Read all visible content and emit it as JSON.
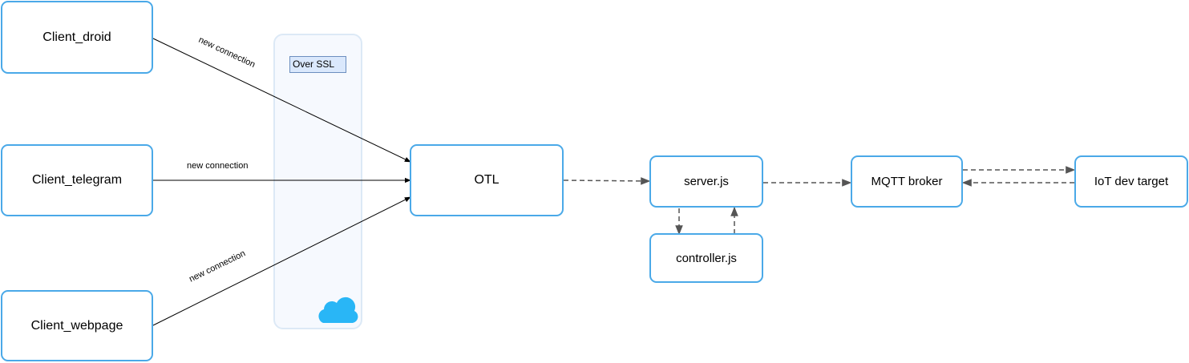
{
  "nodes": {
    "client_droid": "Client_droid",
    "client_telegram": "Client_telegram",
    "client_webpage": "Client_webpage",
    "otl": "OTL",
    "server": "server.js",
    "controller": "controller.js",
    "mqtt": "MQTT broker",
    "iot": "IoT dev target"
  },
  "ssl_zone": {
    "label": "Over SSL",
    "icon": "cloud-icon"
  },
  "edges": {
    "droid_label": "new connection",
    "telegram_label": "new connection",
    "webpage_label": "new connection"
  },
  "colors": {
    "node_border": "#4aa9e8",
    "cloud": "#29b6f6",
    "solid_edge": "#000000",
    "dashed_edge": "#555555"
  }
}
